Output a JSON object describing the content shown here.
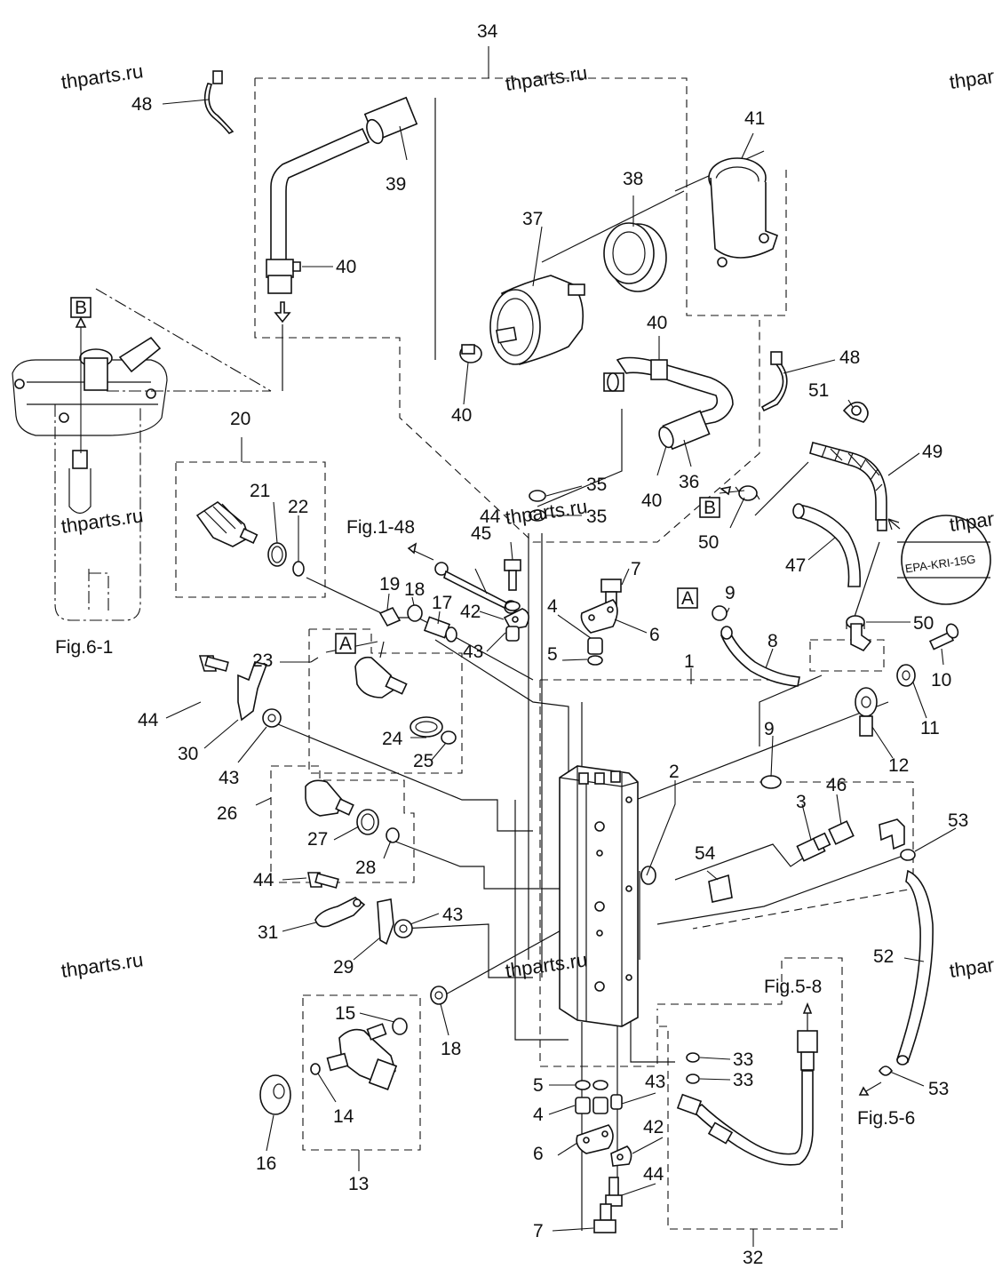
{
  "watermarks": [
    "thparts.ru",
    "thparts.ru",
    "thparts.ru",
    "thparts.ru",
    "thparts.ru",
    "thparts.ru",
    "thparts.ru",
    "thparts.ru",
    "thparts.ru"
  ],
  "figure_refs": {
    "fig_6_1": "Fig.6-1",
    "fig_1_48": "Fig.1-48",
    "fig_5_8": "Fig.5-8",
    "fig_5_6": "Fig.5-6"
  },
  "boxed_letters": [
    "B",
    "A",
    "A",
    "B"
  ],
  "epa_label": "EPA-KRI-15G",
  "part_numbers": [
    "34",
    "48",
    "39",
    "41",
    "38",
    "37",
    "40",
    "40",
    "40",
    "48",
    "51",
    "40",
    "36",
    "49",
    "35",
    "35",
    "20",
    "21",
    "22",
    "44",
    "45",
    "7",
    "42",
    "4",
    "6",
    "19",
    "18",
    "17",
    "43",
    "5",
    "9",
    "8",
    "50",
    "47",
    "50",
    "23",
    "44",
    "30",
    "43",
    "24",
    "25",
    "1",
    "10",
    "11",
    "12",
    "9",
    "2",
    "3",
    "46",
    "53",
    "26",
    "27",
    "28",
    "54",
    "44",
    "43",
    "31",
    "29",
    "52",
    "15",
    "18",
    "14",
    "16",
    "13",
    "5",
    "4",
    "6",
    "43",
    "42",
    "44",
    "7",
    "33",
    "33",
    "53",
    "32"
  ]
}
